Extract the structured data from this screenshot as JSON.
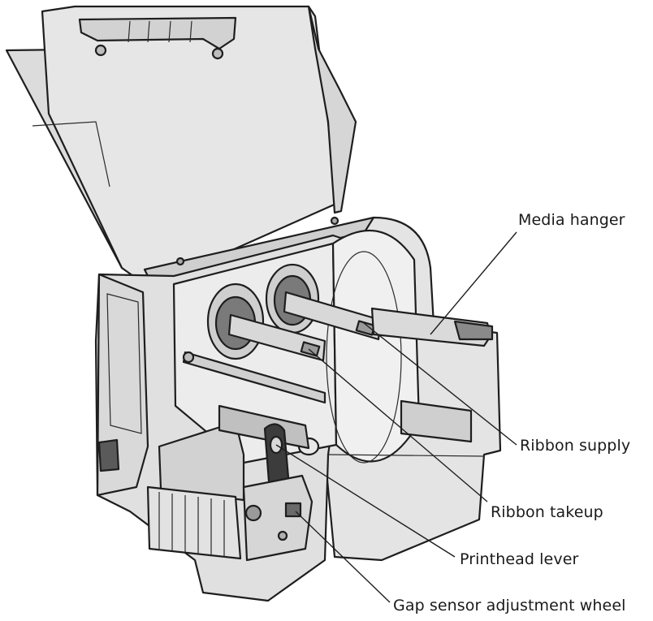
{
  "callouts": [
    {
      "id": "media-hanger",
      "text": "Media hanger"
    },
    {
      "id": "ribbon-supply",
      "text": "Ribbon supply"
    },
    {
      "id": "ribbon-takeup",
      "text": "Ribbon takeup"
    },
    {
      "id": "printhead-lever",
      "text": "Printhead lever"
    },
    {
      "id": "gap-sensor-wheel",
      "text": "Gap sensor adjustment wheel"
    }
  ]
}
